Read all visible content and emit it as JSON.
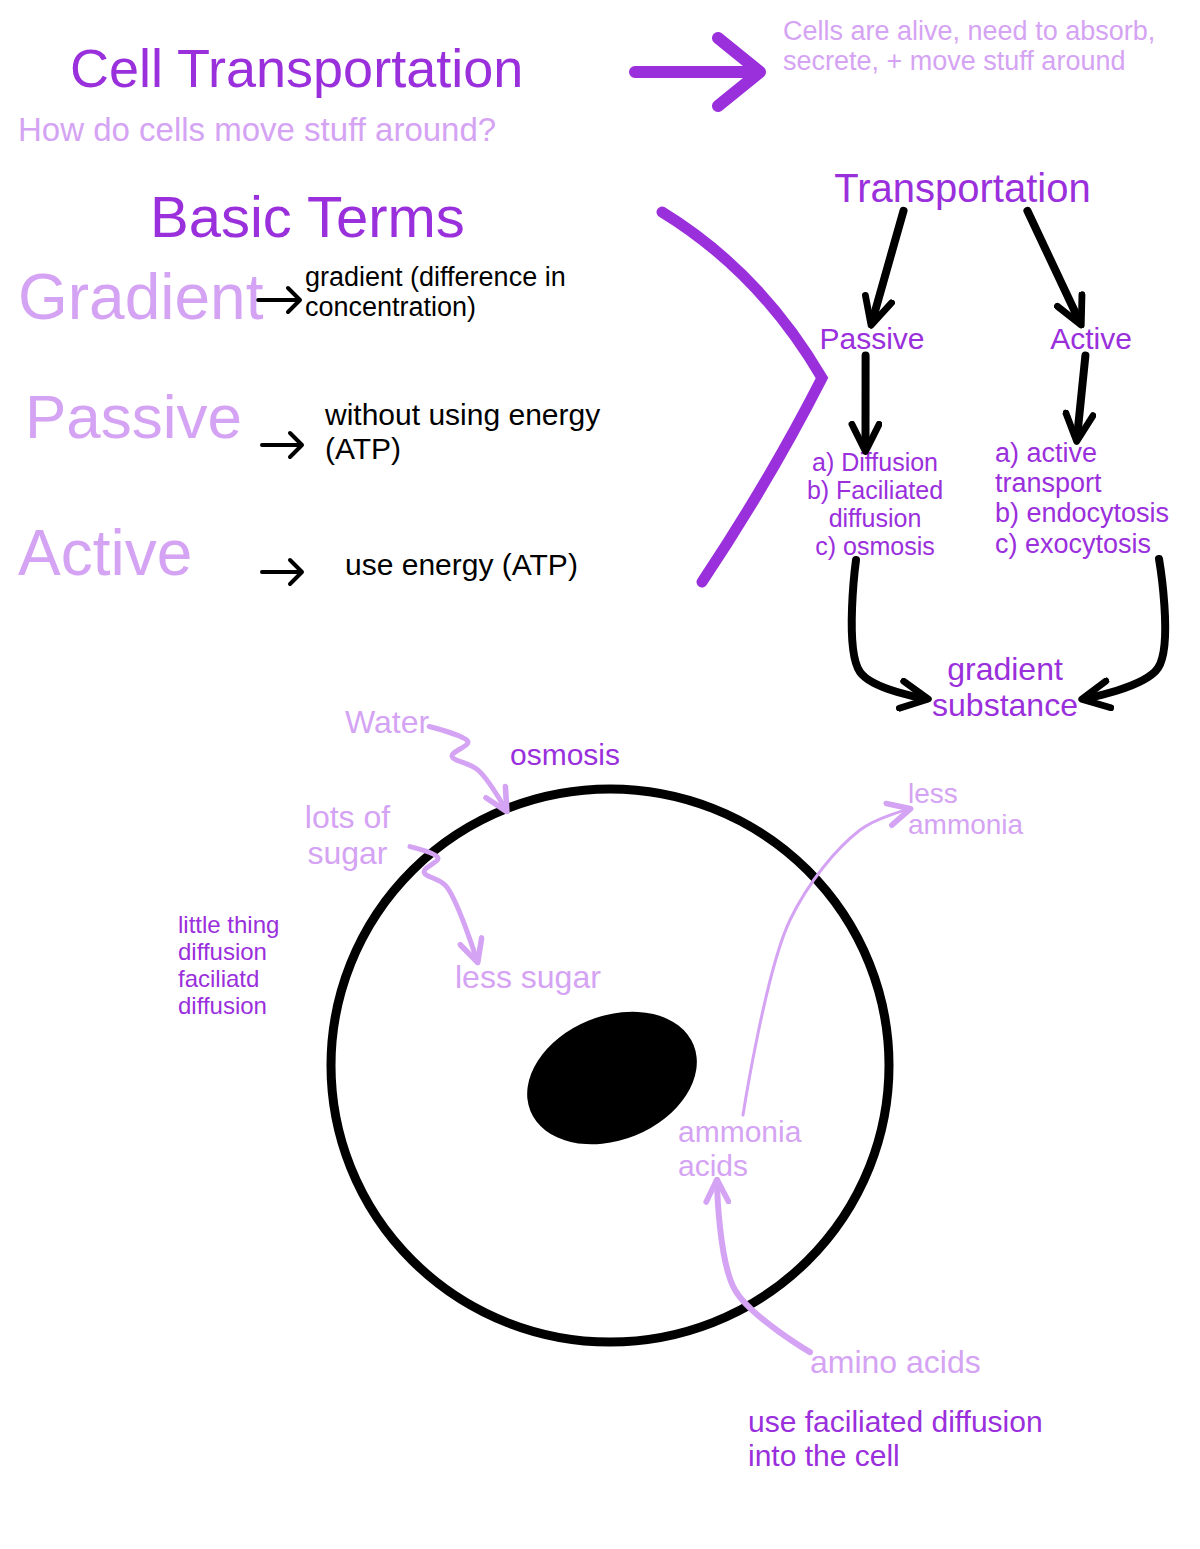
{
  "diagram": {
    "title": "Cell Transportation",
    "nodes": [
      {
        "text": [
          "Transportation"
        ]
      },
      {
        "text": [
          "Passive"
        ]
      },
      {
        "text": [
          "Active"
        ]
      },
      {
        "text": [
          "a) Diffusion",
          "b) Faciliated diffusion",
          "c) osmosis"
        ]
      },
      {
        "text": [
          "a) active transport",
          "b) endocytosis",
          "c) exocytosis"
        ]
      },
      {
        "text": [
          "gradient substance"
        ]
      },
      {
        "text": [
          "Water"
        ]
      },
      {
        "text": [
          "lots of sugar"
        ]
      },
      {
        "text": [
          "less ammonia"
        ]
      },
      {
        "text": []
      },
      {
        "text": [
          "less sugar"
        ],
        "in": 9
      },
      {
        "text": [
          "ammonia acids"
        ],
        "in": 9
      },
      {
        "text": [
          "amino acids"
        ]
      }
    ],
    "edges": [
      {
        "from": 0,
        "to": 1,
        "arrow": "to"
      },
      {
        "from": 0,
        "to": 2,
        "arrow": "to"
      },
      {
        "from": 1,
        "to": 3,
        "arrow": "to"
      },
      {
        "from": 2,
        "to": 4,
        "arrow": "to"
      },
      {
        "from": 3,
        "to": 5,
        "arrow": "to"
      },
      {
        "from": 4,
        "to": 5,
        "arrow": "to"
      },
      {
        "from": 6,
        "to": 9,
        "label": "osmosis",
        "arrow": "to"
      },
      {
        "from": 7,
        "to": 10,
        "arrow": "to"
      },
      {
        "from": 11,
        "to": 8,
        "arrow": "to"
      },
      {
        "from": 12,
        "to": 11,
        "arrow": "to"
      }
    ],
    "labels": [
      "How do cells move stuff around?",
      "Cells are alive, need to absorb, secrete, + move stuff around",
      "Basic Terms",
      "Gradient",
      "gradient (difference in concentration)",
      "Passive",
      "without using energy (ATP)",
      "Active",
      "use energy (ATP)",
      "little thing diffusion faciliatd diffusion",
      "use faciliated diffusion into the cell"
    ]
  }
}
